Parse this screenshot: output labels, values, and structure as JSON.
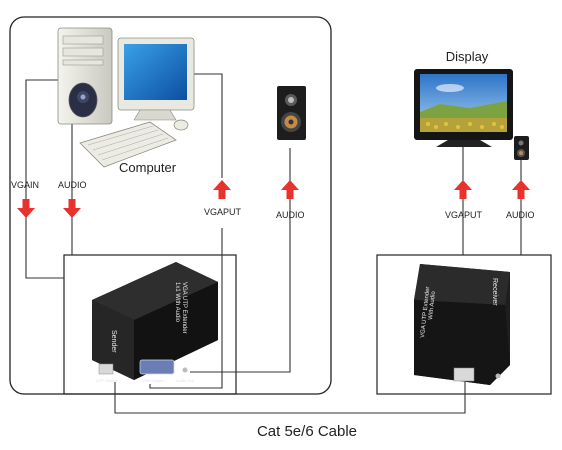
{
  "labels": {
    "computer": "Computer",
    "display": "Display",
    "vga_in": "VGAIN",
    "audio_in": "AUDIO",
    "vga_out_sender": "VGAPUT",
    "audio_out_sender": "AUDIO",
    "vga_out_receiver": "VGAPUT",
    "audio_out_receiver": "AUDIO",
    "cable": "Cat 5e/6 Cable"
  },
  "sender": {
    "name": "Sender",
    "model_line1": "VGA UTP Extender",
    "model_line2": "1x1 With Audio",
    "port_utp": "UTP Output",
    "port_vga": "VGA Output",
    "port_audio": "Audio Out"
  },
  "receiver": {
    "name": "Receiver",
    "model_line1": "VGA UTP Extender",
    "model_line2": "With Audio"
  },
  "colors": {
    "arrow": "#e8322d",
    "line": "#333333",
    "device_body": "#1e1e1e",
    "screen_sky": "#3d8ee0",
    "field": "#b6a23a"
  }
}
